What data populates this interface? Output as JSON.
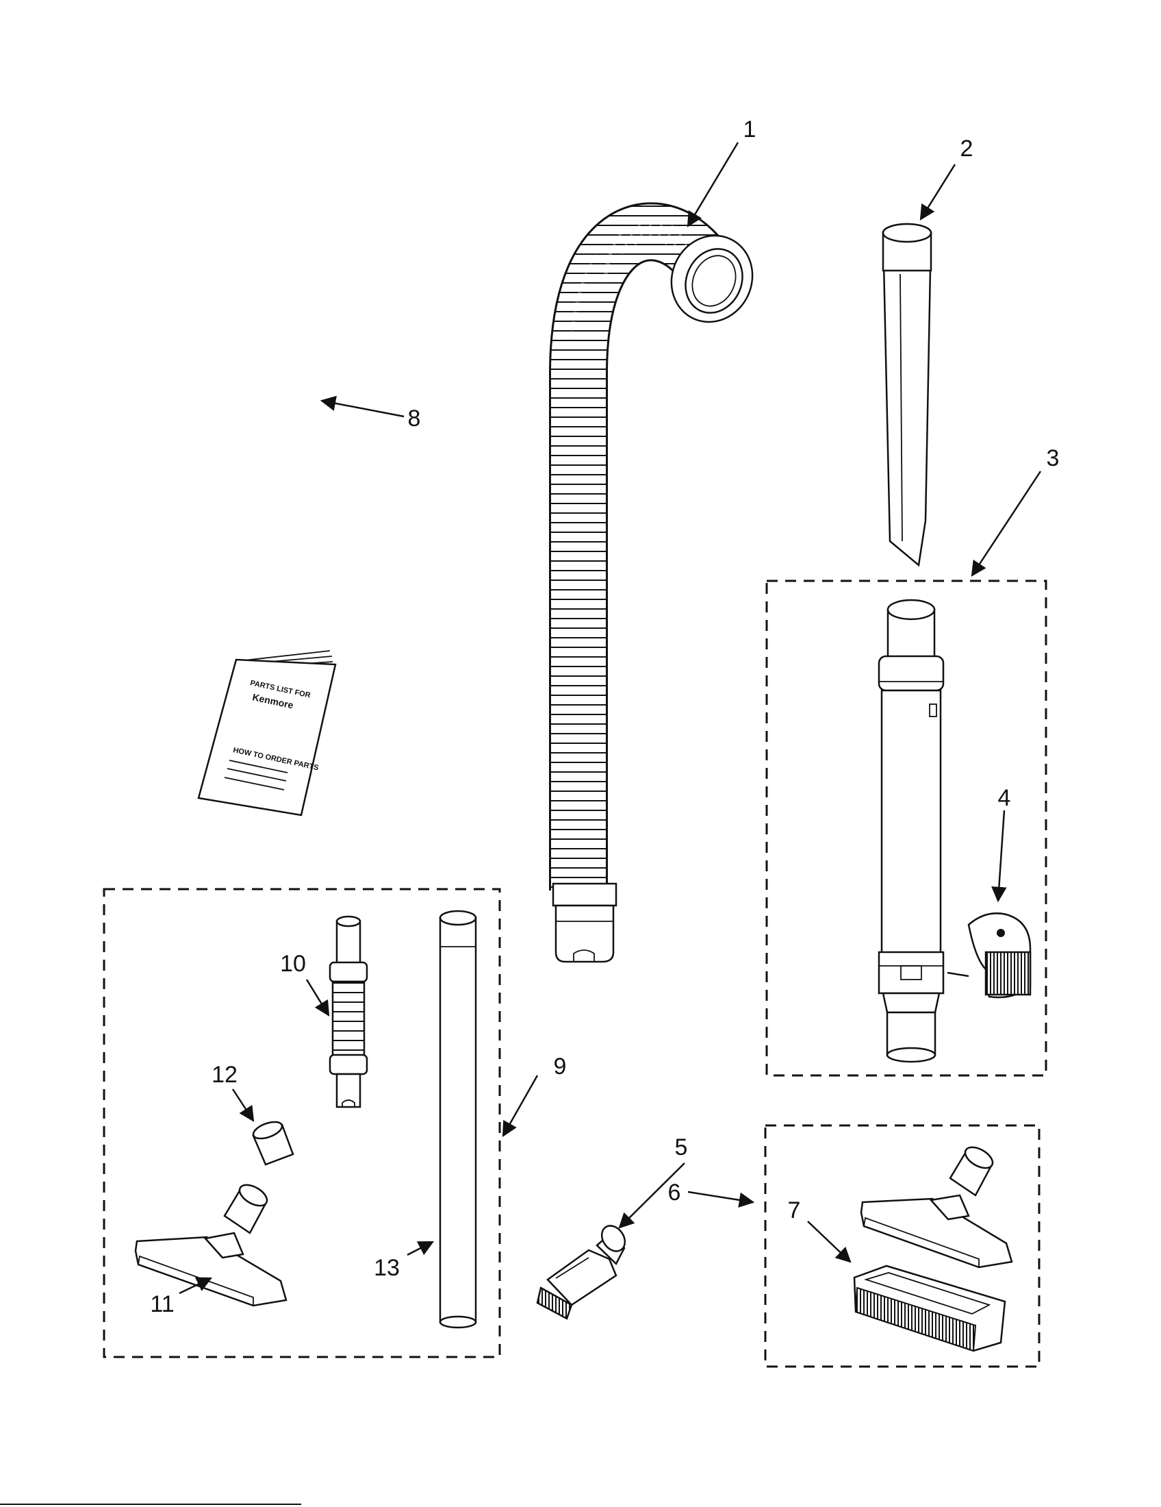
{
  "diagram": {
    "callouts": [
      "1",
      "2",
      "3",
      "4",
      "5",
      "6",
      "7",
      "8",
      "9",
      "10",
      "11",
      "12",
      "13"
    ],
    "manual": {
      "line1": "PARTS LIST FOR",
      "line2": "Kenmore",
      "line3": "HOW TO ORDER PARTS"
    }
  }
}
